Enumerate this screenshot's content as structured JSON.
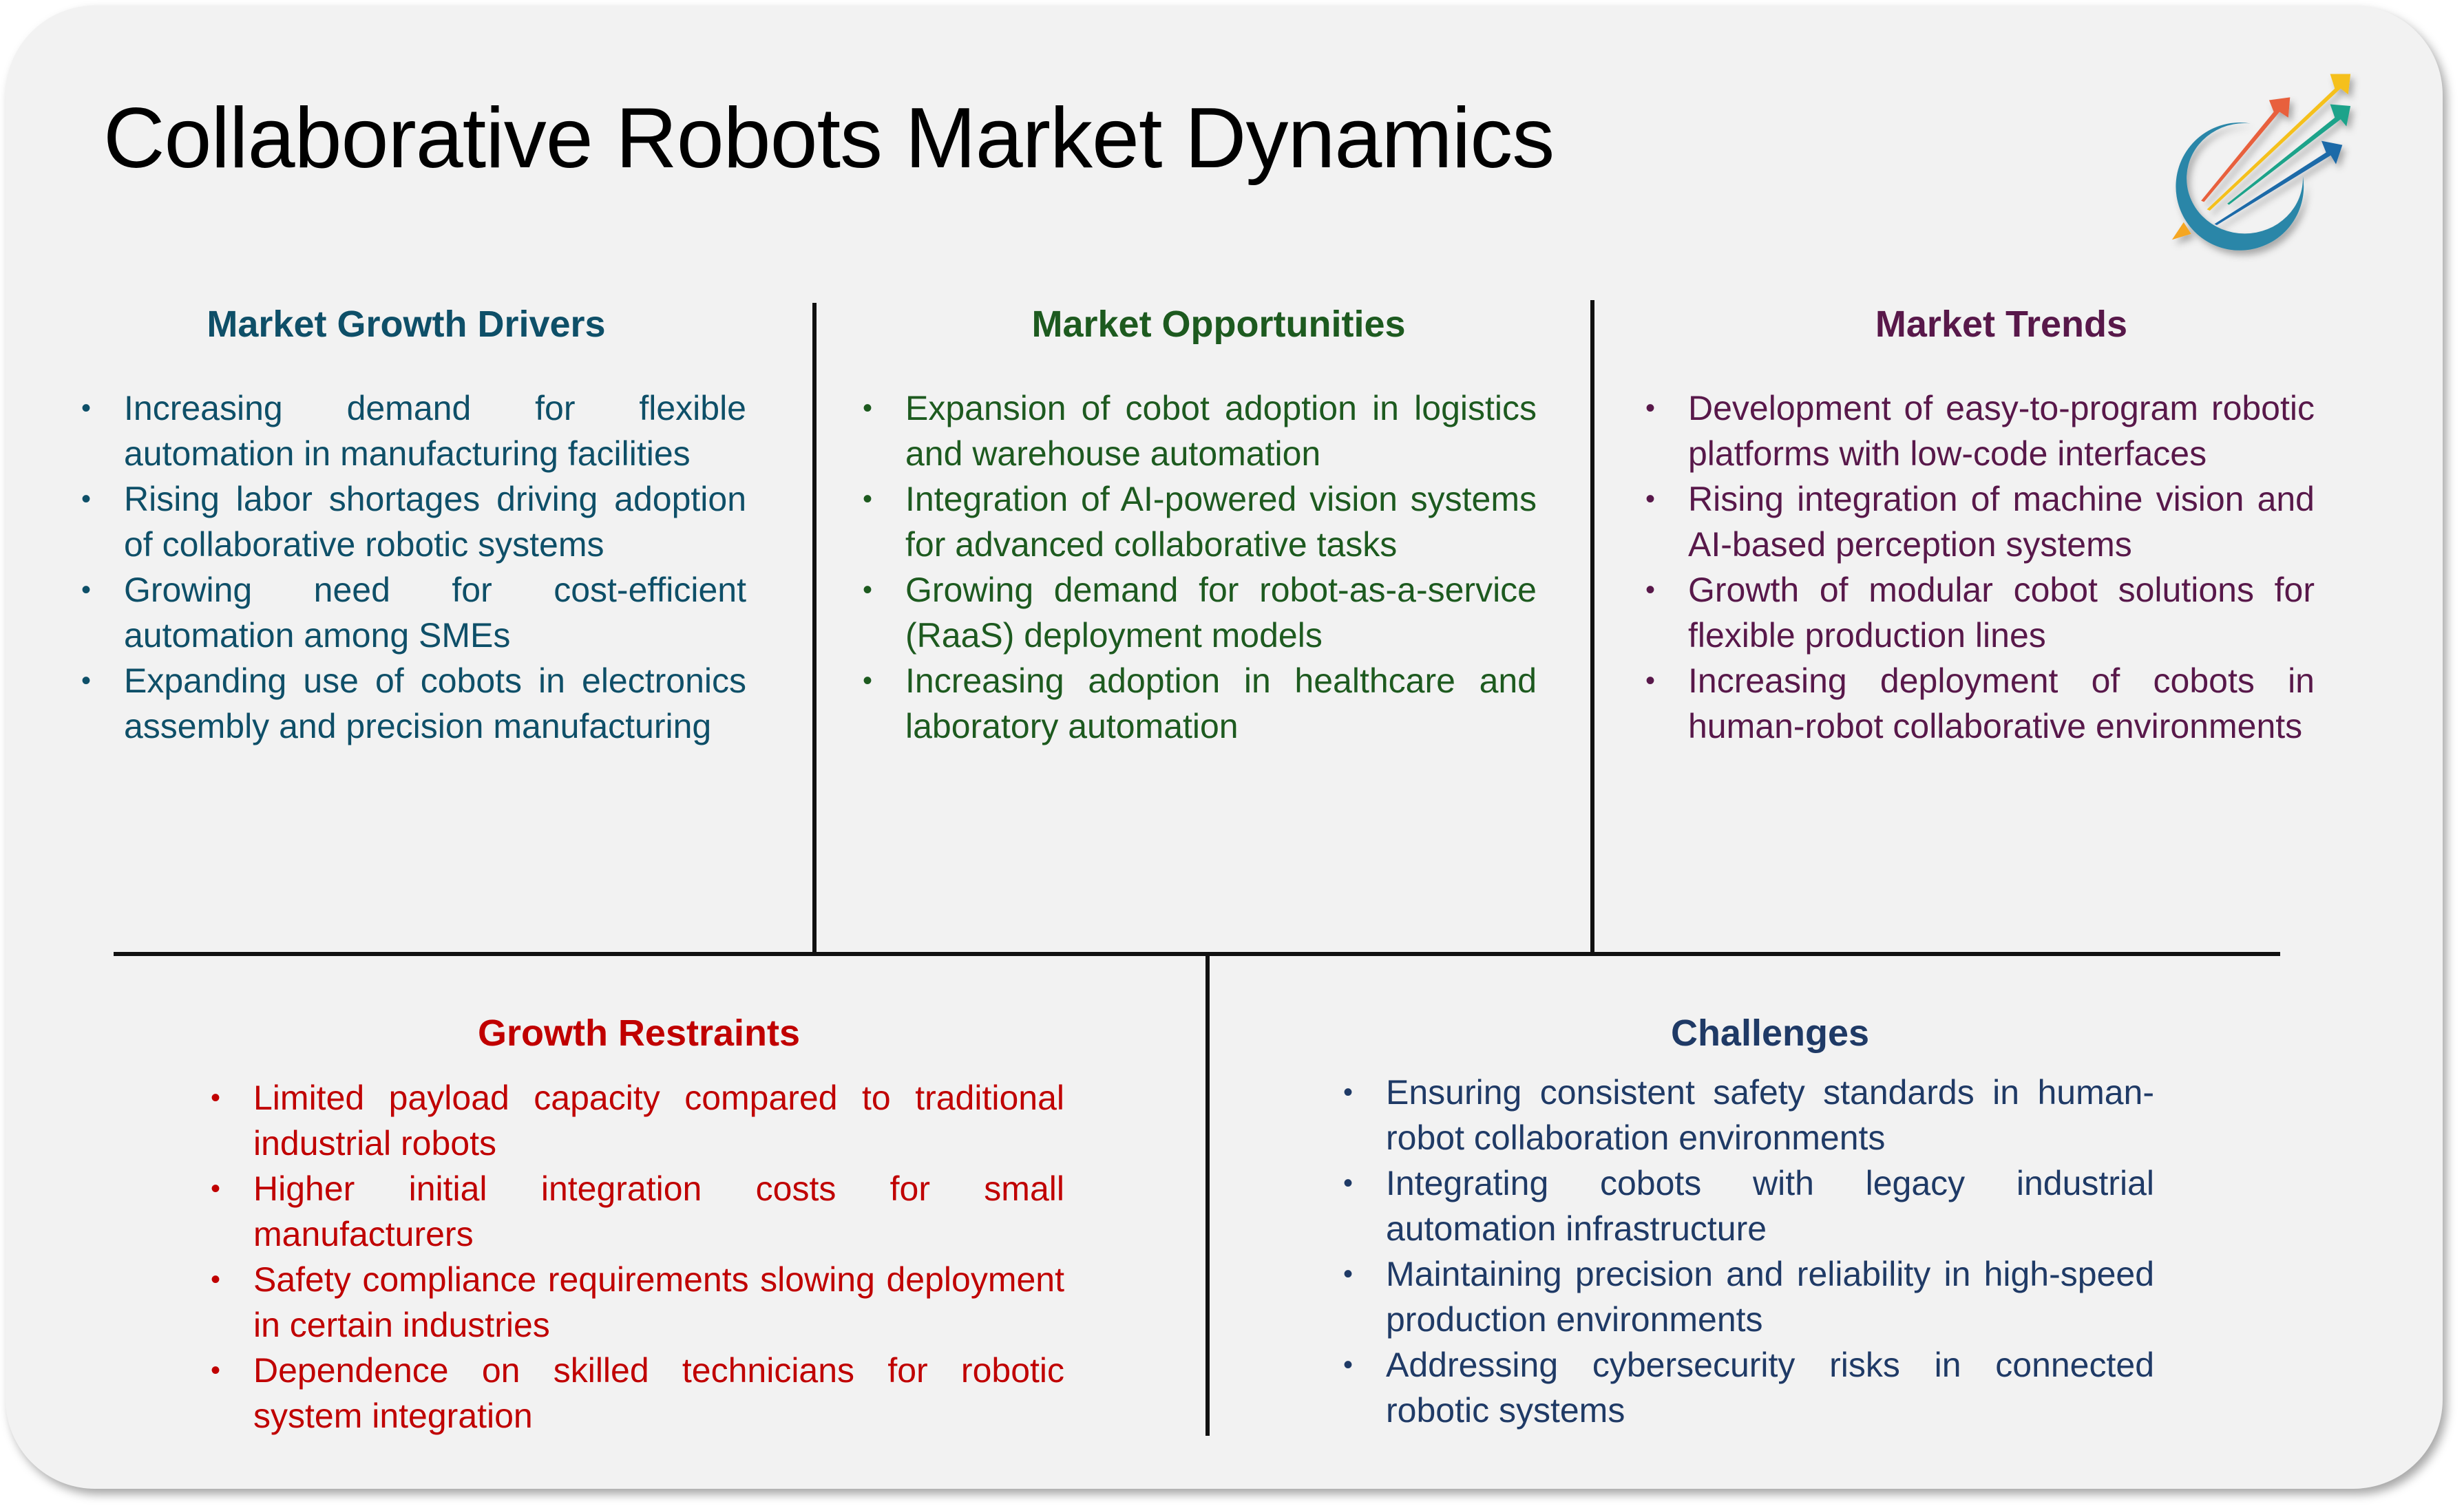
{
  "title": "Collaborative Robots Market Dynamics",
  "logo": {
    "icon": "growth-arrows-logo",
    "colors": [
      "#e8603c",
      "#f5c01a",
      "#1ea38a",
      "#1f6aa8",
      "#2c8db0",
      "#f5a623"
    ]
  },
  "colors": {
    "drivers": "#0e4f68",
    "opportunities": "#1d5a1f",
    "trends": "#58184a",
    "restraints": "#c00000",
    "challenges": "#1f3a66"
  },
  "sections": {
    "drivers": {
      "heading": "Market Growth Drivers",
      "items": [
        "Increasing demand for flexible automation in manufacturing facilities",
        "Rising labor shortages driving adoption of collaborative robotic systems",
        "Growing need for cost-efficient automation among SMEs",
        "Expanding use of cobots in electronics assembly and precision manufacturing"
      ]
    },
    "opportunities": {
      "heading": "Market Opportunities",
      "items": [
        "Expansion of cobot adoption in logistics and warehouse automation",
        "Integration of AI-powered vision systems for advanced collaborative tasks",
        "Growing demand for robot-as-a-service (RaaS) deployment models",
        "Increasing adoption in healthcare and laboratory automation"
      ]
    },
    "trends": {
      "heading": "Market Trends",
      "items": [
        "Development of easy-to-program robotic platforms with low-code interfaces",
        "Rising integration of machine vision and AI-based perception systems",
        "Growth of modular cobot solutions for flexible production lines",
        "Increasing deployment of cobots in human-robot collaborative environments"
      ]
    },
    "restraints": {
      "heading": "Growth Restraints",
      "items": [
        "Limited payload capacity compared to traditional industrial robots",
        "Higher initial integration costs for small manufacturers",
        "Safety compliance requirements slowing deployment in certain industries",
        "Dependence on skilled technicians for robotic system integration"
      ]
    },
    "challenges": {
      "heading": "Challenges",
      "items": [
        "Ensuring consistent safety standards in human-robot collaboration environments",
        "Integrating cobots with legacy industrial automation infrastructure",
        "Maintaining precision and reliability in high-speed production environments",
        "Addressing cybersecurity risks in connected robotic systems"
      ]
    }
  }
}
